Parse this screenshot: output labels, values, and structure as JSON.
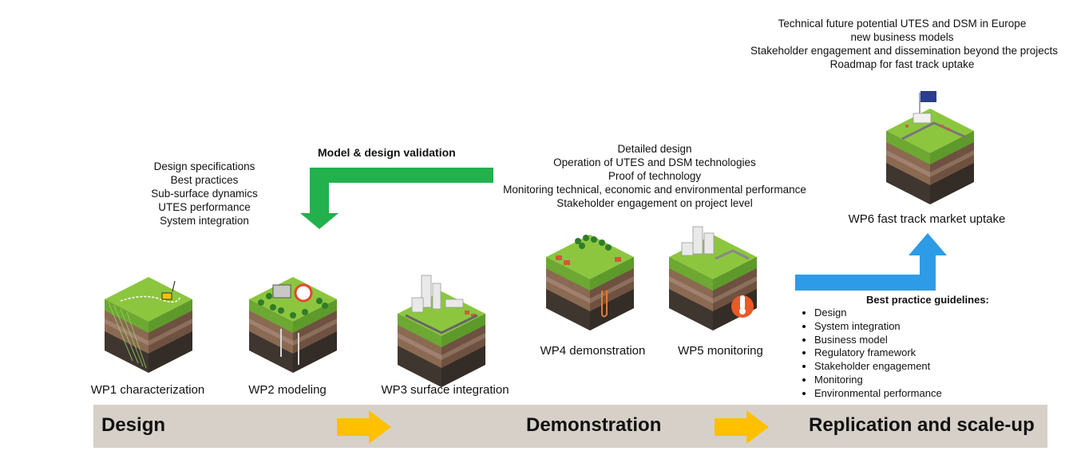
{
  "top_outcomes": [
    "Technical future potential UTES and DSM in Europe",
    "new business models",
    "Stakeholder engagement and dissemination beyond the projects",
    "Roadmap for fast track uptake"
  ],
  "wp6_label": "WP6 fast track market uptake",
  "validation_label": "Model & design validation",
  "design_outcomes": [
    "Design specifications",
    "Best practices",
    "Sub-surface dynamics",
    "UTES performance",
    "System integration"
  ],
  "demo_outcomes": [
    "Detailed design",
    "Operation of UTES and DSM technologies",
    "Proof of technology",
    "Monitoring technical, economic and environmental performance",
    "Stakeholder engagement on project level"
  ],
  "work_packages": [
    {
      "id": "wp1",
      "label": "WP1 characterization"
    },
    {
      "id": "wp2",
      "label": "WP2 modeling"
    },
    {
      "id": "wp3",
      "label": "WP3 surface integration"
    },
    {
      "id": "wp4",
      "label": "WP4 demonstration"
    },
    {
      "id": "wp5",
      "label": "WP5 monitoring"
    }
  ],
  "best_practice": {
    "title": "Best practice guidelines:",
    "items": [
      "Design",
      "System integration",
      "Business model",
      "Regulatory framework",
      "Stakeholder engagement",
      "Monitoring",
      "Environmental performance"
    ]
  },
  "phases": [
    "Design",
    "Demonstration",
    "Replication and scale-up"
  ],
  "colors": {
    "green_arrow": "#22b14c",
    "blue_arrow": "#2e9be6",
    "yellow_arrow": "#ffc000",
    "banner": "#d6d0c8",
    "grass": "#8cc63f",
    "soil": "#7a5c48"
  }
}
